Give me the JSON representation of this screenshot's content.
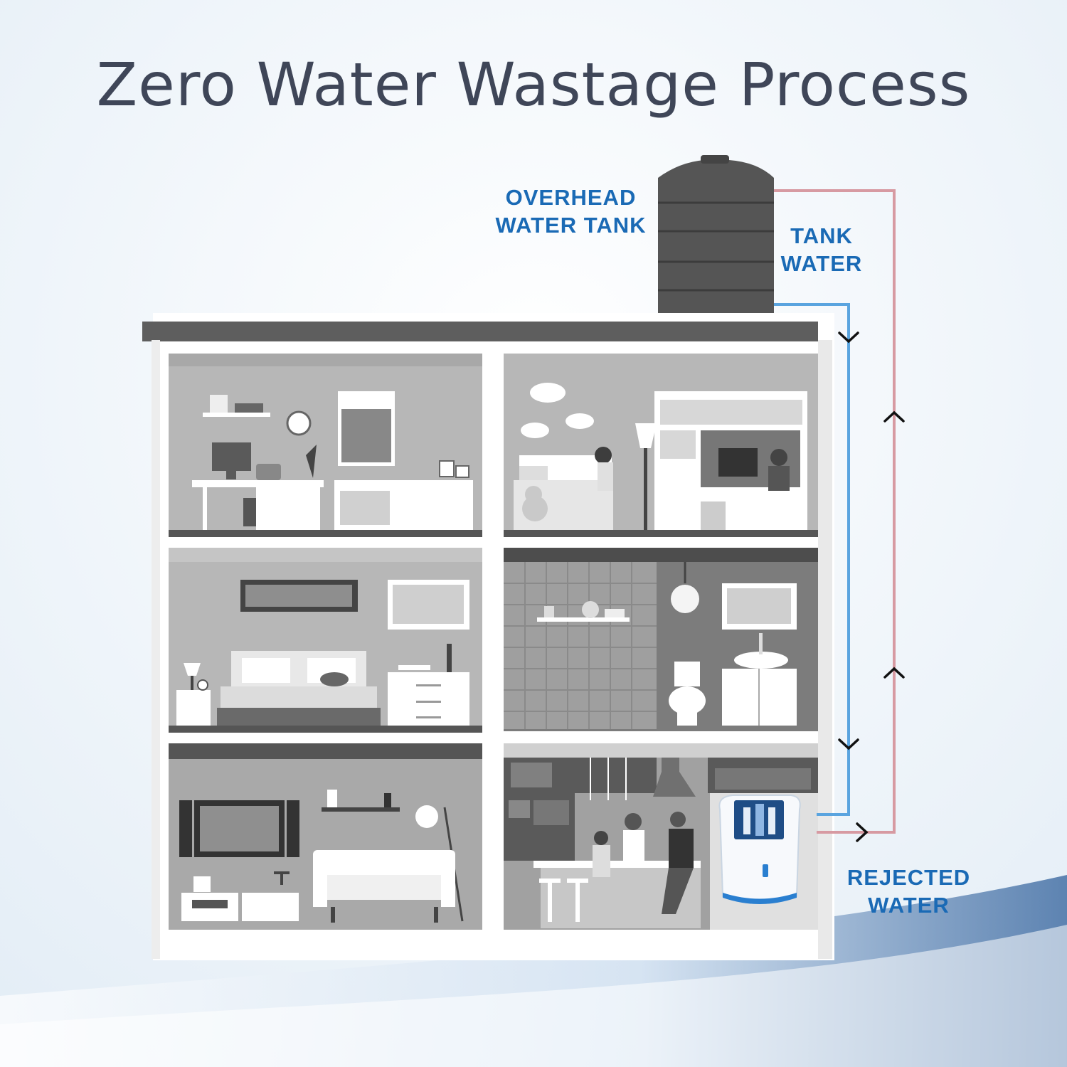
{
  "title": "Zero Water Wastage Process",
  "labels": {
    "overhead_line1": "OVERHEAD",
    "overhead_line2": "WATER TANK",
    "tank_line1": "TANK",
    "tank_line2": "WATER",
    "rejected_line1": "REJECTED",
    "rejected_line2": "WATER"
  },
  "colors": {
    "label_blue": "#1a6ab5",
    "tank_water_pipe": "#5aa4df",
    "rejected_water_pipe": "#d79aa2",
    "title": "#3f4658"
  }
}
